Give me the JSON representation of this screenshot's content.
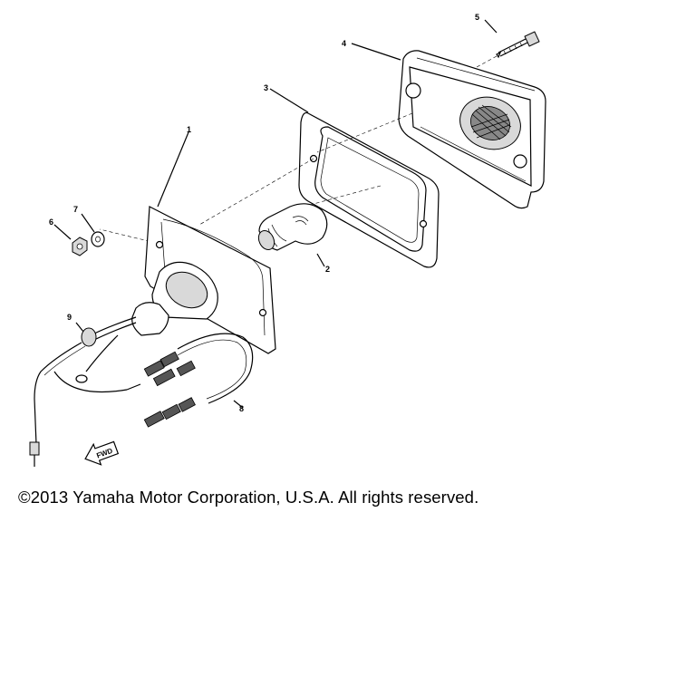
{
  "diagram": {
    "callouts": [
      {
        "id": "part-1",
        "label": "1"
      },
      {
        "id": "part-2",
        "label": "2"
      },
      {
        "id": "part-3",
        "label": "3"
      },
      {
        "id": "part-4",
        "label": "4"
      },
      {
        "id": "part-5",
        "label": "5"
      },
      {
        "id": "part-6",
        "label": "6"
      },
      {
        "id": "part-7",
        "label": "7"
      },
      {
        "id": "part-8",
        "label": "8"
      },
      {
        "id": "part-9",
        "label": "9"
      }
    ],
    "direction_marker": "FWD"
  },
  "copyright": "©2013 Yamaha Motor Corporation, U.S.A. All rights reserved."
}
